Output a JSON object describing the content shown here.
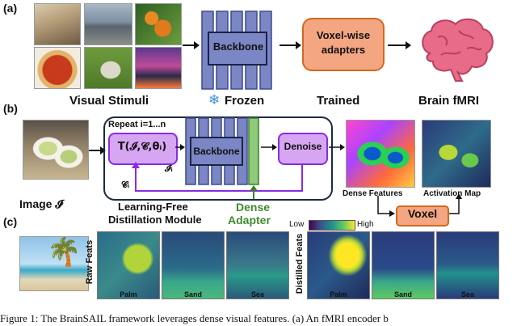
{
  "panel_a": {
    "label": "(a)",
    "visual_stimuli": "Visual Stimuli",
    "frozen": "Frozen",
    "trained": "Trained",
    "brain_fmri": "Brain fMRI",
    "backbone": "Backbone",
    "adapter_line1": "Voxel-wise",
    "adapter_line2": "adapters"
  },
  "panel_b": {
    "label": "(b)",
    "repeat": "Repeat i=1...n",
    "transform": "T(𝓘,𝓒,θᵢ)",
    "ii": "𝓘ᵢ",
    "ci": "𝓒ᵢ",
    "backbone": "Backbone",
    "denoise": "Denoise",
    "image_label": "Image 𝓘",
    "module_line1": "Learning-Free",
    "module_line2": "Distillation Module",
    "dense_line1": "Dense",
    "dense_line2": "Adapter",
    "dense_features": "Dense Features",
    "activation_map": "Activation Map",
    "voxel": "Voxel"
  },
  "panel_c": {
    "label": "(c)",
    "low": "Low",
    "high": "High",
    "raw_feats": "Raw Feats",
    "distilled_feats": "Distilled Feats",
    "concepts_raw": [
      "Palm",
      "Sand",
      "Sea"
    ],
    "concepts_distilled": [
      "Palm",
      "Sand",
      "Sea"
    ]
  },
  "caption": "Figure 1: The BrainSAIL framework leverages dense visual features. (a) An fMRI encoder b",
  "colors": {
    "backbone_fill": "#7b86c4",
    "backbone_stroke": "#3d4a8e",
    "adapter_fill": "#f4a582",
    "adapter_stroke": "#d2691e",
    "purple_fill": "#d7a6f2",
    "purple_stroke": "#8a2be2",
    "dense_adapter": "#8fc97a",
    "brain": "#e86b8a"
  }
}
